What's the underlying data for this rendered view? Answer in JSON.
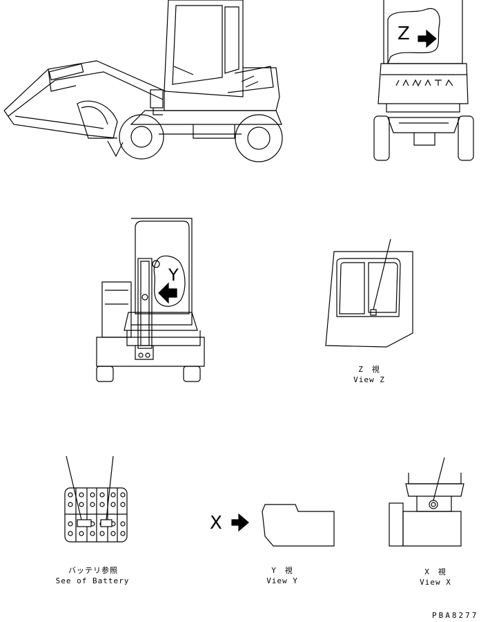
{
  "callouts": {
    "view_z_letter": "Z",
    "view_y_letter": "Y",
    "view_x_letter": "X"
  },
  "captions": {
    "view_z_jp": "Z　視",
    "view_z_en": "View Z",
    "battery_jp": "バッテリ参照",
    "battery_en": "See of Battery",
    "view_y_jp": "Y　視",
    "view_y_en": "View Y",
    "view_x_jp": "X　視",
    "view_x_en": "View X"
  },
  "drawing_number": "PBA8277"
}
